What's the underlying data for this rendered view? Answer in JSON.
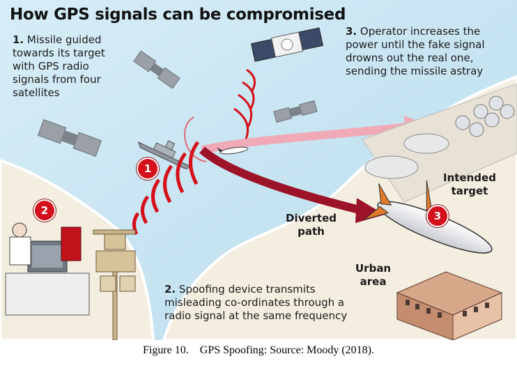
{
  "title": "How GPS signals can be compromised",
  "steps": {
    "s1_num": "1.",
    "s1_text": [
      "Missile guided",
      "towards its target",
      "with GPS radio",
      "signals from four",
      "satellites"
    ],
    "s2_num": "2.",
    "s2_text": [
      "Spoofing device transmits",
      "misleading co-ordinates through a",
      "radio signal at the same frequency"
    ],
    "s3_num": "3.",
    "s3_text": [
      "Operator increases the",
      "power until the fake signal",
      "drowns out the real one,",
      "sending the missile astray"
    ]
  },
  "labels": {
    "diverted": [
      "Diverted",
      "path"
    ],
    "intended": [
      "Intended",
      "target"
    ],
    "urban": [
      "Urban",
      "area"
    ]
  },
  "badges": {
    "b1": "1",
    "b2": "2",
    "b3": "3"
  },
  "caption": "Figure 10.    GPS Spoofing: Source: Moody (2018).",
  "colors": {
    "sea": "#c9e4f1",
    "land": "#f3ede0",
    "signal_red": "#d4101a",
    "fake_path": "#a3122a",
    "real_path": "#f0aab7"
  }
}
